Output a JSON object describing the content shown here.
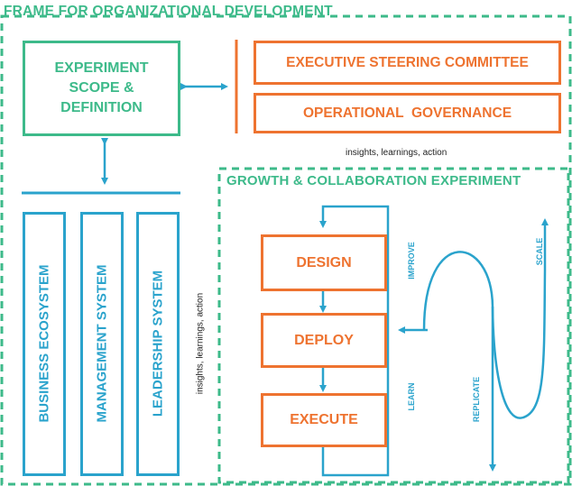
{
  "frame": {
    "title": "FRAME FOR ORGANIZATIONAL DEVELOPMENT"
  },
  "experiment_box": {
    "line1": "EXPERIMENT",
    "line2": "SCOPE &",
    "line3": "DEFINITION"
  },
  "governance": {
    "executive": "EXECUTIVE STEERING COMMITTEE",
    "operational": "OPERATIONAL  GOVERNANCE",
    "note": "insights, learnings, action"
  },
  "systems": {
    "items": [
      "BUSINESS ECOSYSTEM",
      "MANAGEMENT SYSTEM",
      "LEADERSHIP SYSTEM"
    ],
    "note": "insights, learnings, action"
  },
  "growth": {
    "title": "GROWTH & COLLABORATION EXPERIMENT",
    "steps": [
      "DESIGN",
      "DEPLOY",
      "EXECUTE"
    ],
    "improve": "IMPROVE",
    "learn": "LEARN",
    "replicate": "REPLICATE",
    "scale": "SCALE"
  },
  "colors": {
    "green": "#3dba8a",
    "orange": "#ee7330",
    "blue": "#2aa3cc"
  }
}
